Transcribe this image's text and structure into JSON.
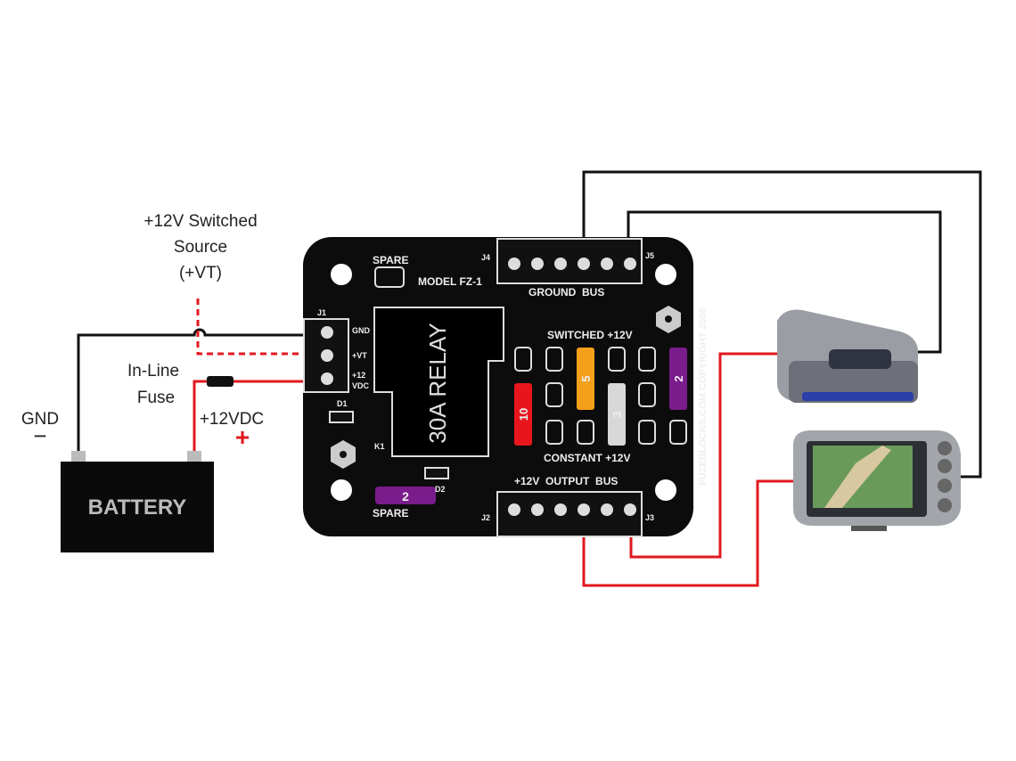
{
  "labels": {
    "switched_source_line1": "+12V Switched",
    "switched_source_line2": "Source",
    "switched_source_line3": "(+VT)",
    "fuse_line1": "In-Line",
    "fuse_line2": "Fuse",
    "gnd": "GND",
    "gnd_sign": "−",
    "vdc": "+12VDC",
    "plus_sign": "+",
    "battery": "BATTERY"
  },
  "board": {
    "spare_top": "SPARE",
    "model": "MODEL FZ-1",
    "j1": "J1",
    "j2": "J2",
    "j3": "J3",
    "j4": "J4",
    "j5": "J5",
    "gnd_pin": "GND",
    "vt_pin": "+VT",
    "v12_pin1": "+12",
    "v12_pin2": "VDC",
    "d1": "D1",
    "d2": "D2",
    "k1": "K1",
    "relay": "30A RELAY",
    "ground_bus": "GROUND  BUS",
    "switched": "SWITCHED +12V",
    "constant": "CONSTANT +12V",
    "output_bus": "+12V  OUTPUT  BUS",
    "spare_bottom": "SPARE",
    "spare_fuse": "2",
    "copyright": "FUZEBLOCKS.COM COPYRIGHT 2008",
    "fuses": [
      {
        "rating": "10",
        "color": "#e8161c"
      },
      {
        "rating": "5",
        "color": "#f5a01a"
      },
      {
        "rating": "3",
        "color": "#d8d8d8"
      },
      {
        "rating": "2",
        "color": "#7a1c8c"
      }
    ]
  },
  "colors": {
    "wire_red": "#e0191f",
    "wire_black": "#111111",
    "board": "#0c0c0c"
  }
}
